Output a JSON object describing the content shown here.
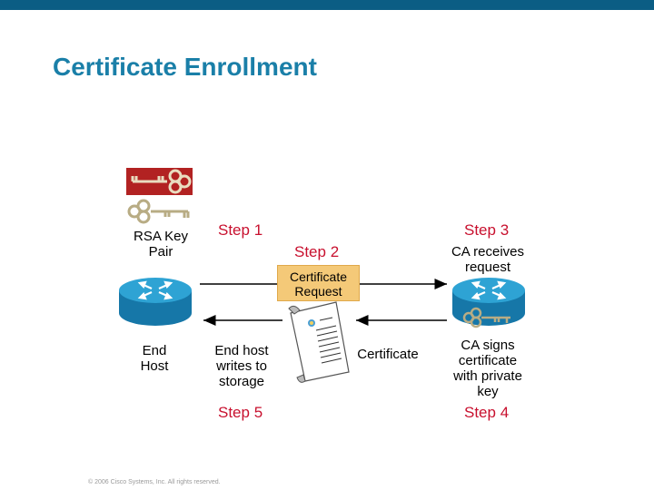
{
  "title": "Certificate Enrollment",
  "labels": {
    "rsa_key_pair": "RSA Key\nPair",
    "end_host": "End\nHost",
    "end_host_writes": "End host\nwrites to\nstorage",
    "certificate_request": "Certificate\nRequest",
    "certificate": "Certificate",
    "ca_receives": "CA receives\nrequest",
    "ca_signs": "CA signs\ncertificate\nwith private\nkey"
  },
  "steps": {
    "step1": "Step 1",
    "step2": "Step 2",
    "step3": "Step 3",
    "step4": "Step 4",
    "step5": "Step 5"
  },
  "footer": "© 2006 Cisco Systems, Inc. All rights reserved.",
  "colors": {
    "header_bar": "#0b5d84",
    "title": "#1a7fa8",
    "step": "#c8102e",
    "router": "#1c8fbf",
    "request_box": "#f4c978",
    "key_red_bg": "#b22222"
  }
}
